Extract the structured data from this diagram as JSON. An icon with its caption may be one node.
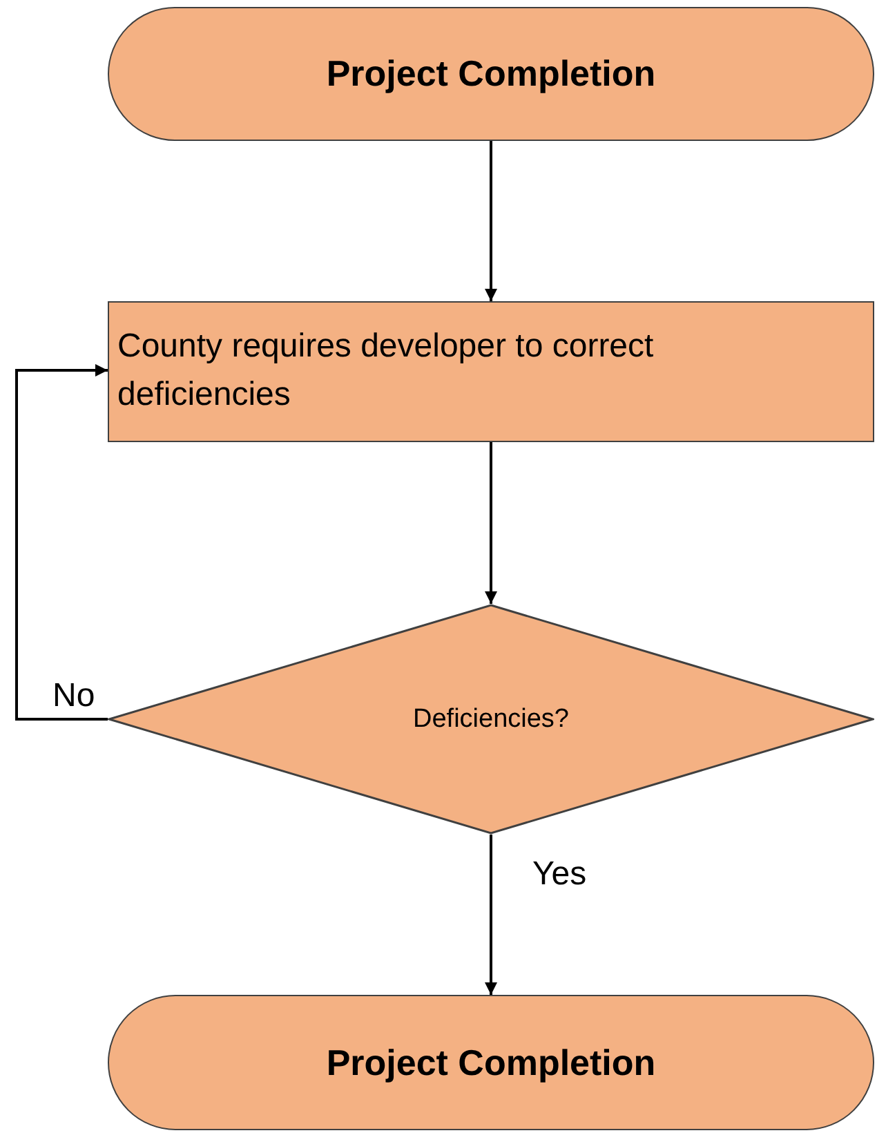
{
  "diagram": {
    "nodes": [
      {
        "text": [
          "Project Completion"
        ]
      },
      {
        "text": [
          "County requires developer to correct deficiencies"
        ]
      },
      {
        "text": [
          "Deficiencies?"
        ]
      },
      {
        "text": [
          "Project Completion"
        ]
      }
    ],
    "edges": [
      {
        "from": 0,
        "to": 1,
        "arrow": "to"
      },
      {
        "from": 1,
        "to": 2,
        "arrow": "to"
      },
      {
        "from": 2,
        "to": 1,
        "arrow": "to",
        "label": "No"
      },
      {
        "from": 2,
        "to": 3,
        "arrow": "to",
        "label": "Yes"
      }
    ]
  }
}
